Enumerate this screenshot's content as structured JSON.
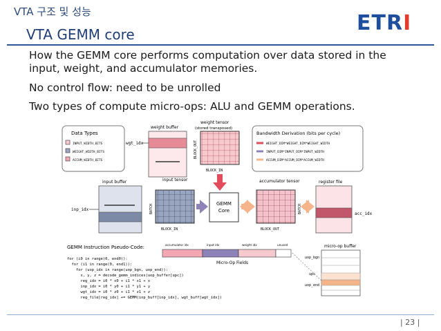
{
  "header": {
    "section": "VTA 구조 및 성능",
    "title": "VTA GEMM core"
  },
  "logo": {
    "text_a": "ETR",
    "text_b": "I"
  },
  "bullets": [
    "How the GEMM core performs computation over data stored in the input, weight, and accumulator memories.",
    "No control flow: need to be unrolled",
    "Two types of compute micro-ops: ALU and GEMM operations."
  ],
  "diagram": {
    "data_types_title": "Data Types",
    "data_types": [
      "INPUT_WIDTH_BITS",
      "WEIGHT_WIDTH_BITS",
      "ACCUM_WIDTH_BITS"
    ],
    "weight_buffer": "weight buffer",
    "weight_tensor": "weight tensor",
    "weight_tensor_sub": "(stored transposed)",
    "wgt_idx": "wgt_idx",
    "bandwidth_title": "Bandwidth Derivation (bits per cycle)",
    "bandwidth": [
      "WEIGHT_DIM*WEIGHT_DIM*WEIGHT_WIDTH",
      "INPUT_DIM*INPUT_DIM*INPUT_WIDTH",
      "ACCUM_DIM*ACCUM_DIM*ACCUM_WIDTH"
    ],
    "input_buffer": "input buffer",
    "input_tensor": "input tensor",
    "inp_idx": "inp_idx",
    "gemm_core_a": "GEMM",
    "gemm_core_b": "Core",
    "accumulator_tensor": "accumulator tensor",
    "register_file": "register file",
    "acc_idx": "acc_idx",
    "block_out": "BLOCK_OUT",
    "block_in": "BLOCK_IN",
    "batch": "BATCH",
    "pseudo_title": "GEMM Instruction Pseudo-Code:",
    "pseudo_code": [
      "for (i0 in range(0, end0)):",
      "  for (i1 in range(0, end1)):",
      "    for (uop_idx in range(uop_bgn, uop_end)):",
      "      x, y, z = decode_gemm_indices(uop_buffer[upc])",
      "      reg_idx = i0 * x0 + i1 * x1 + x",
      "      inp_idx = i0 * y0 + i1 * y1 + y",
      "      wgt_idx = i0 * z0 + i1 * z1 + z",
      "      reg_file[reg_idx] += GEMM(inp_buff[inp_idx], wgt_buff[wgt_idx])"
    ],
    "uop_fields": [
      "accumulator idx",
      "input idx",
      "weight idx",
      "unused"
    ],
    "micro_op_fields": "Micro-Op Fields",
    "uop_buffer": "micro-op buffer",
    "uop_labels": [
      "uop_bgn",
      "upc",
      "uop_end"
    ]
  },
  "footer": {
    "page": "| 23 |"
  },
  "colors": {
    "title_blue": "#1f3e75",
    "accent_red": "#e43b2c",
    "pink": "#f6c9cf",
    "purple": "#8d83b8",
    "peach": "#f6b48b"
  }
}
